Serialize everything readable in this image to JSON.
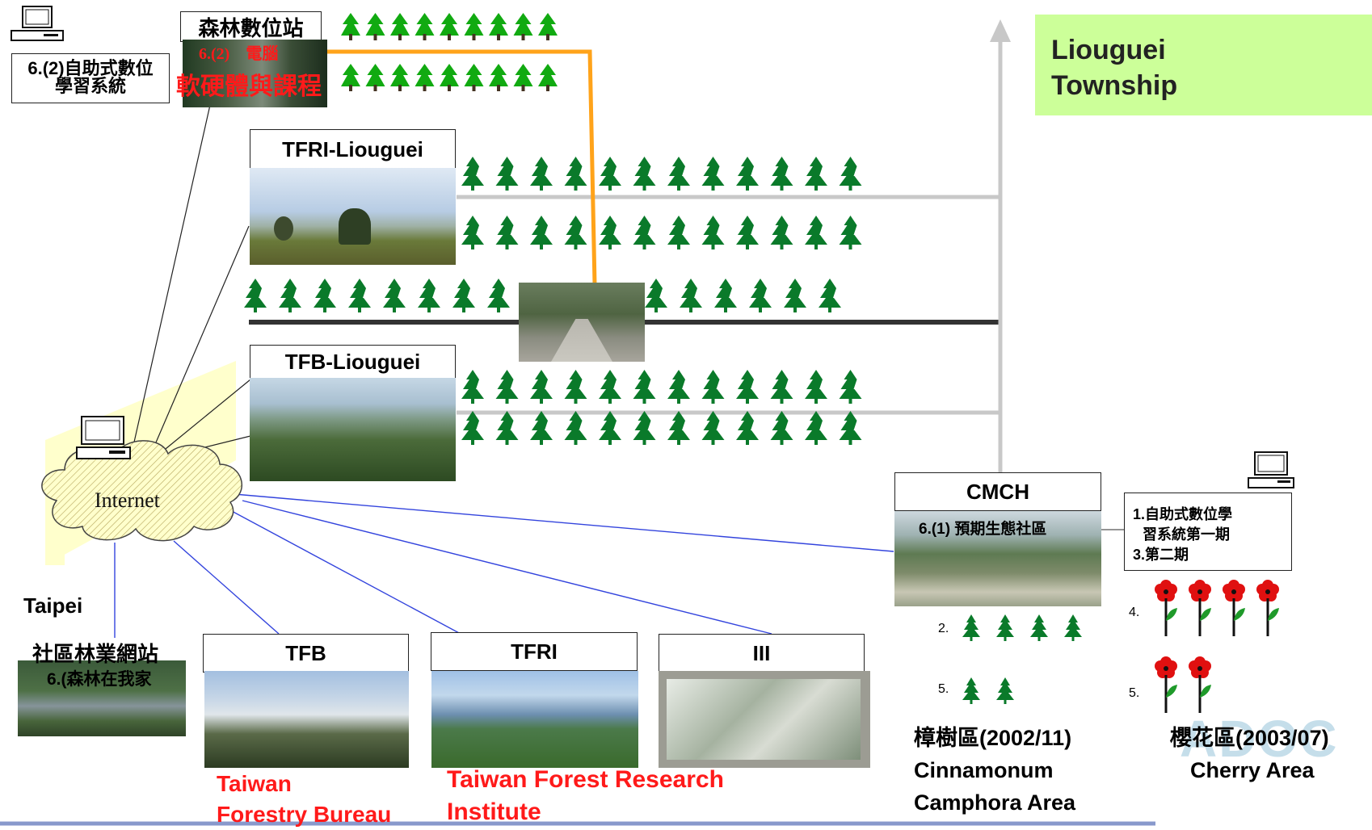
{
  "township_label": "Liouguei\nTownship",
  "township_line1": "Liouguei",
  "township_line2": "Township",
  "forest_station": {
    "title": "森林數位站",
    "red_line1": "6.(2)　電腦",
    "red_line2": "軟硬體與課程"
  },
  "self_learning_top": {
    "line1": "6.(2)自助式數位",
    "line2": "學習系統"
  },
  "tfri_liouguei": "TFRI-Liouguei",
  "tfb_liouguei": "TFB-Liouguei",
  "internet": "Internet",
  "taipei": "Taipei",
  "community_forestry": {
    "title": "社區林業網站",
    "subtitle": "6.(森林在我家"
  },
  "tfb": "TFB",
  "tfri": "TFRI",
  "iii": "III",
  "taiwan_forestry_bureau": {
    "line1": "Taiwan",
    "line2": "Forestry Bureau"
  },
  "taiwan_forest_research": {
    "line1": "Taiwan Forest Research",
    "line2": "Institute"
  },
  "cmch": {
    "title": "CMCH",
    "subtitle": "6.(1) 預期生態社區"
  },
  "self_learning_right": {
    "line1": "1.自助式數位學",
    "line2": "習系統第一期",
    "line3": "3.第二期"
  },
  "numbers": {
    "n2": "2.",
    "n5a": "5.",
    "n4": "4.",
    "n5b": "5."
  },
  "camphor_area": {
    "line1": "樟樹區(2002/11)",
    "line2": "Cinnamonum",
    "line3": "Camphora Area"
  },
  "cherry_area": {
    "line1": "櫻花區(2003/07)",
    "line2": "Cherry Area"
  },
  "watermark": "ADOC",
  "colors": {
    "legend_bg": "#ccff99",
    "tree_green": "#0a7a2a",
    "road_gray": "#c8c8c8",
    "road_dark": "#333333",
    "orange_line": "#ffa31a",
    "link_blue": "#3344dd",
    "red_text": "#ff1a1a",
    "beam_yellow": "#ffffcc"
  }
}
